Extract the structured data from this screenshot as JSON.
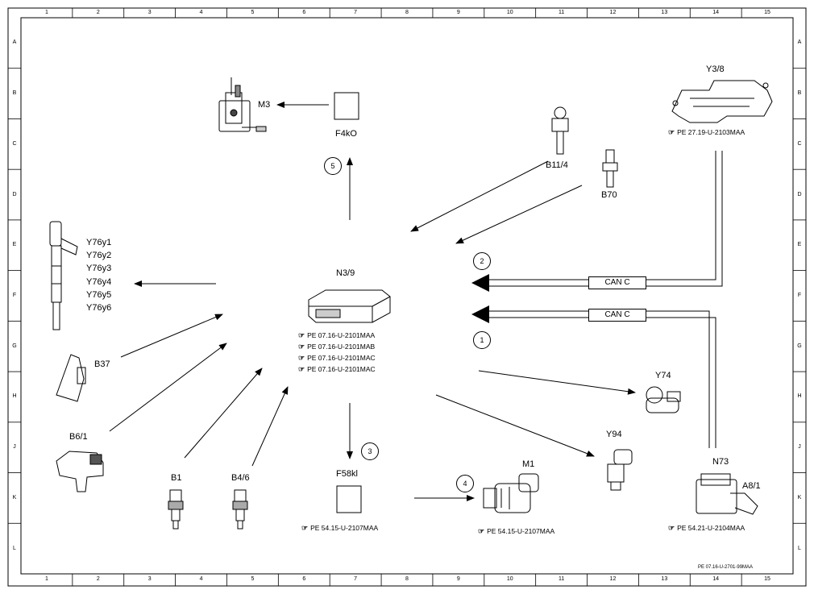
{
  "grid": {
    "columns": [
      "1",
      "2",
      "3",
      "4",
      "5",
      "6",
      "7",
      "8",
      "9",
      "10",
      "11",
      "12",
      "13",
      "14",
      "15"
    ],
    "rows": [
      "A",
      "B",
      "C",
      "D",
      "E",
      "F",
      "G",
      "H",
      "J",
      "K",
      "L"
    ]
  },
  "center": {
    "label": "N3/9",
    "refs": [
      "PE 07.16-U-2101MAA",
      "PE 07.16-U-2101MAB",
      "PE 07.16-U-2101MAC",
      "PE 07.16-U-2101MAC"
    ]
  },
  "components": {
    "m3": "M3",
    "f4ko": "F4kO",
    "b11_4": "B11/4",
    "b70": "B70",
    "y3_8": "Y3/8",
    "y3_8_ref": "PE 27.19-U-2103MAA",
    "y76": [
      "Y76y1",
      "Y76y2",
      "Y76y3",
      "Y76y4",
      "Y76y5",
      "Y76y6"
    ],
    "b37": "B37",
    "b6_1": "B6/1",
    "b1": "B1",
    "b4_6": "B4/6",
    "f58kl": "F58kl",
    "f58kl_ref": "PE 54.15-U-2107MAA",
    "m1": "M1",
    "m1_ref": "PE 54.15-U-2107MAA",
    "y74": "Y74",
    "y94": "Y94",
    "n73": "N73",
    "a8_1": "A8/1",
    "a8_1_ref": "PE 54.21-U-2104MAA"
  },
  "can": {
    "upper": "CAN C",
    "lower": "CAN C"
  },
  "markers": [
    "1",
    "2",
    "3",
    "4",
    "5"
  ],
  "ref_symbol": "☞",
  "footer": "PE 07.16-U-2701-99MAA"
}
